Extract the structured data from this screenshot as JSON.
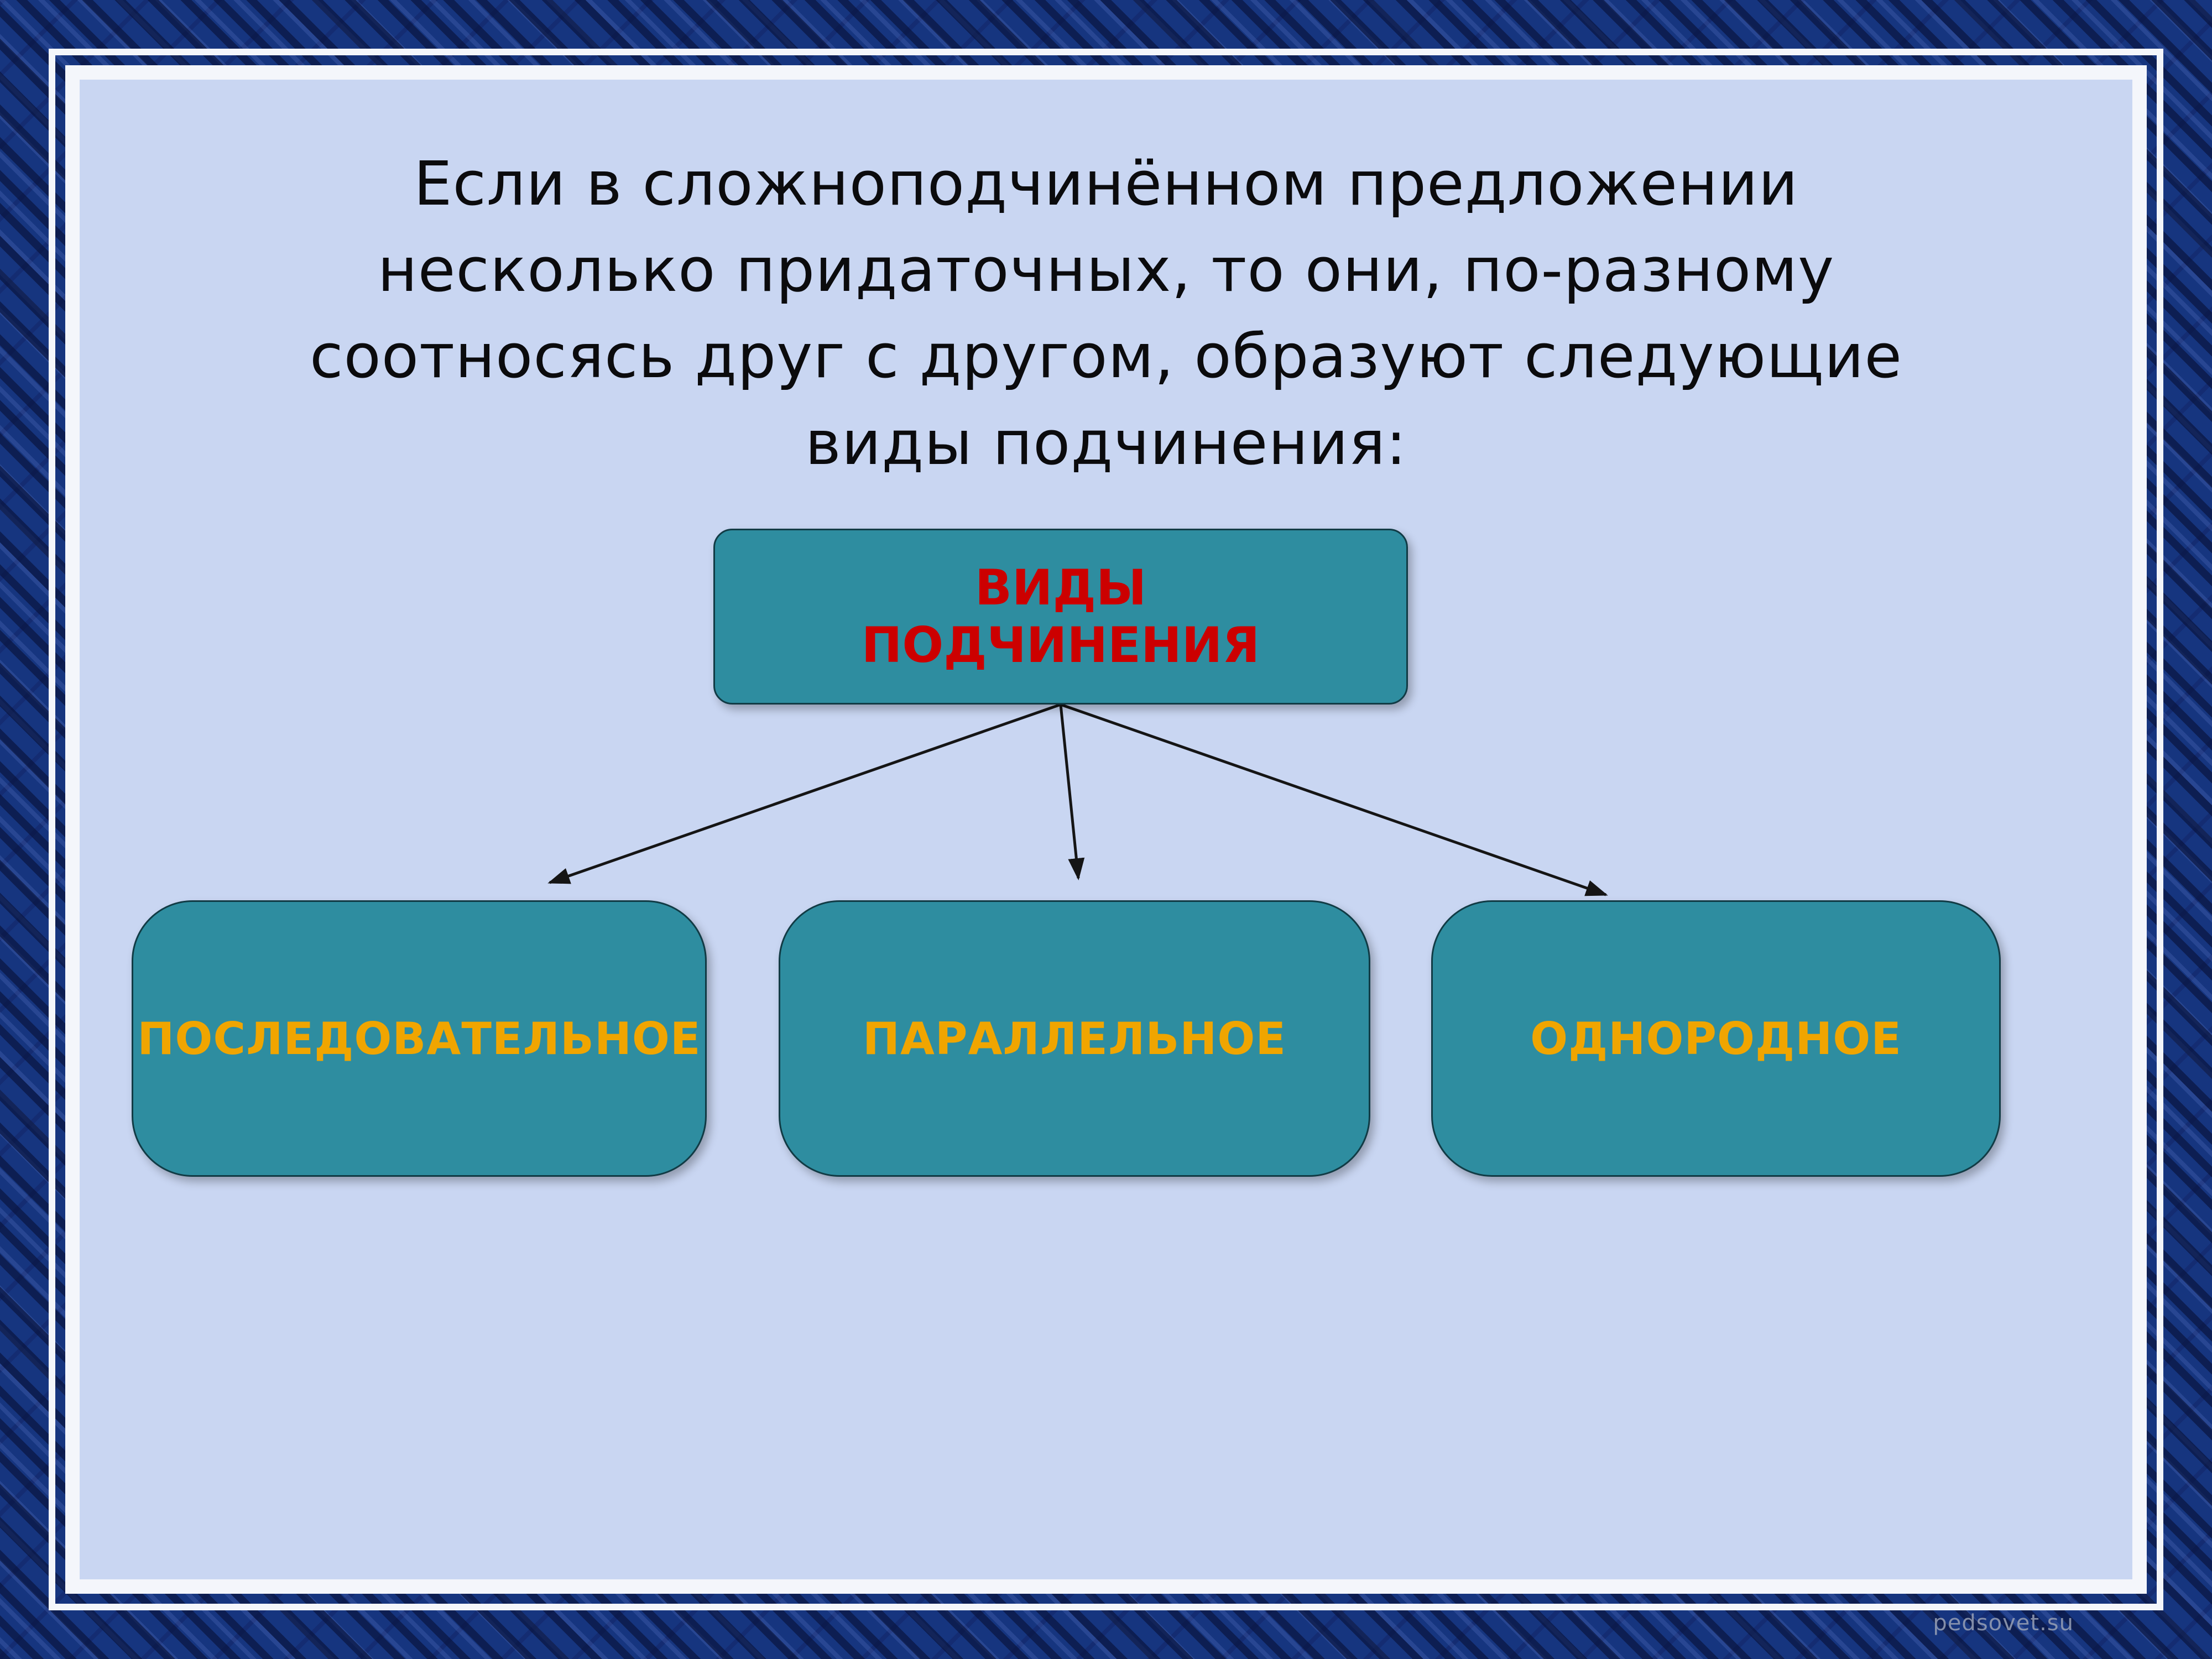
{
  "slide": {
    "title_lines": [
      "Если в сложноподчинённом предложении",
      "несколько придаточных, то они, по-разному",
      "соотносясь друг с другом, образуют следующие",
      "виды подчинения:"
    ],
    "root_box": {
      "lines": [
        "ВИДЫ",
        "ПОДЧИНЕНИЯ"
      ]
    },
    "child_boxes": [
      {
        "label": "ПОСЛЕДОВАТЕЛЬНОЕ"
      },
      {
        "label": "ПАРАЛЛЕЛЬНОЕ"
      },
      {
        "label": "ОДНОРОДНОЕ"
      }
    ],
    "watermark": "pedsovet.su",
    "colors": {
      "frame_bg": "#16357f",
      "slide_bg": "#c9d6f2",
      "box_fill": "#2e8da0",
      "root_label_color": "#cc0000",
      "child_label_color": "#f0a500"
    }
  }
}
